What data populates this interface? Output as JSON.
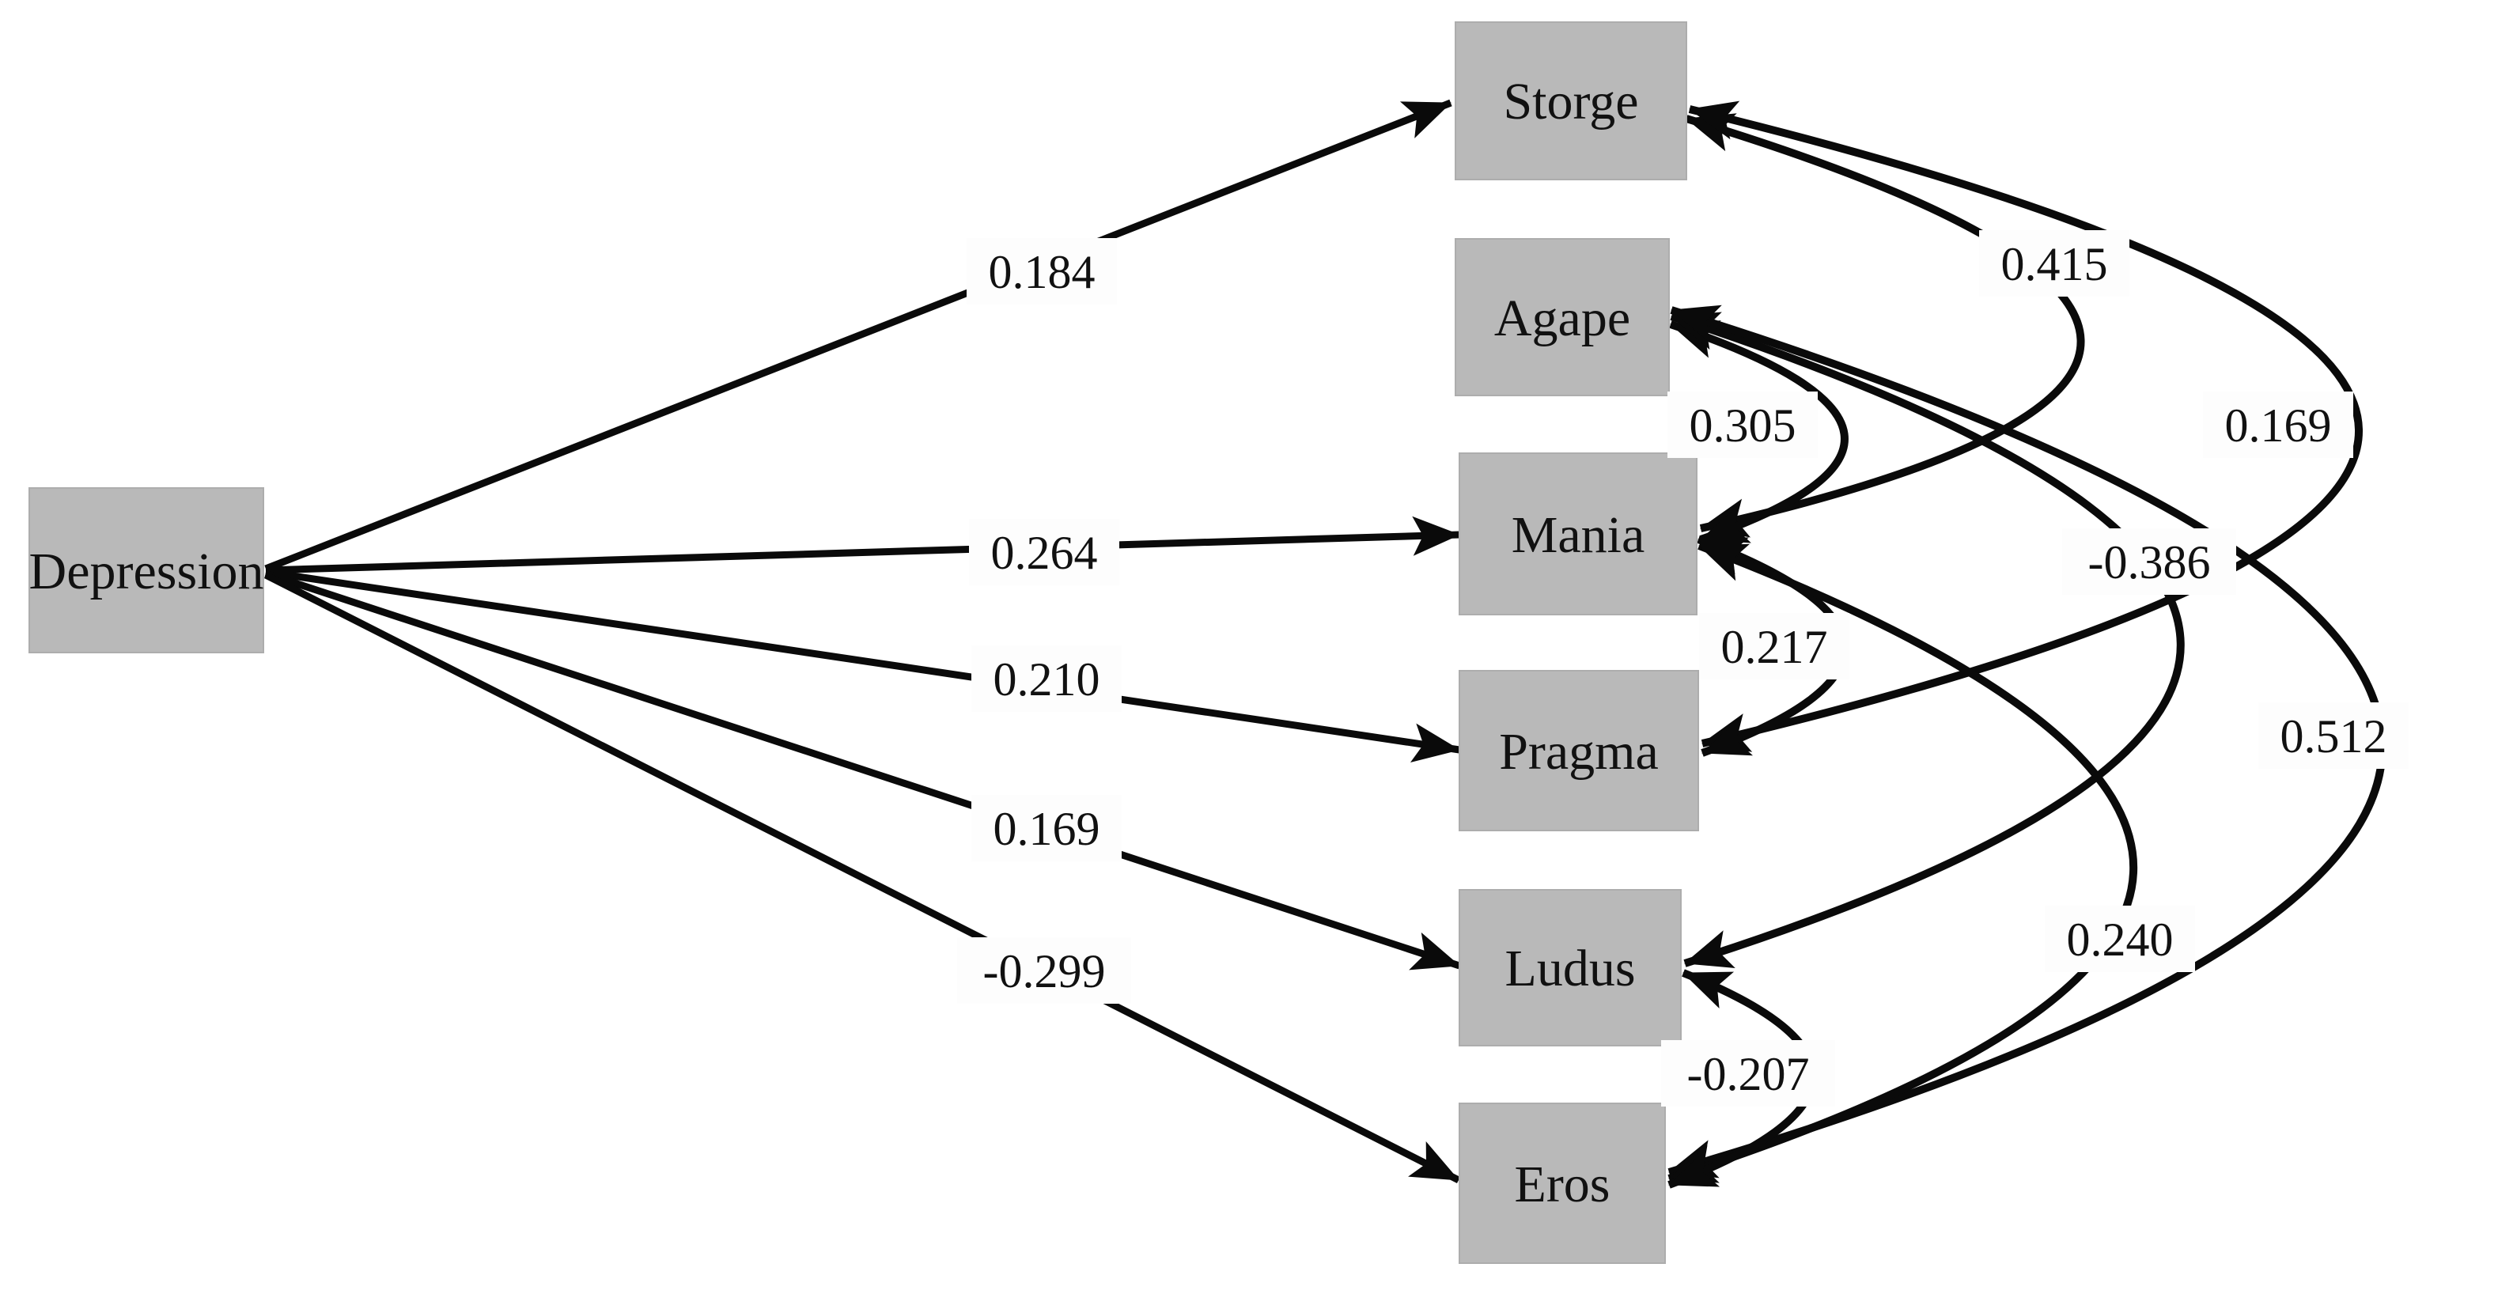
{
  "figure": {
    "type": "sem-path-diagram",
    "background_color": "#ffffff",
    "box_fill_color": "#b9b9b9",
    "line_color": "#0a0a0a",
    "predictor": {
      "label": "Depression"
    },
    "outcomes": [
      {
        "label": "Storge"
      },
      {
        "label": "Agape"
      },
      {
        "label": "Mania"
      },
      {
        "label": "Pragma"
      },
      {
        "label": "Ludus"
      },
      {
        "label": "Eros"
      }
    ],
    "paths": [
      {
        "from": "Depression",
        "to": "Storge",
        "label": "0.184"
      },
      {
        "from": "Depression",
        "to": "Mania",
        "label": "0.264"
      },
      {
        "from": "Depression",
        "to": "Pragma",
        "label": "0.210"
      },
      {
        "from": "Depression",
        "to": "Ludus",
        "label": "0.169"
      },
      {
        "from": "Depression",
        "to": "Eros",
        "label": "-0.299"
      }
    ],
    "covariances": [
      {
        "between": [
          "Storge",
          "Mania"
        ],
        "label": "0.415"
      },
      {
        "between": [
          "Storge",
          "Pragma"
        ],
        "label": "0.169"
      },
      {
        "between": [
          "Agape",
          "Mania"
        ],
        "label": "0.305"
      },
      {
        "between": [
          "Agape",
          "Ludus"
        ],
        "label": "-0.386"
      },
      {
        "between": [
          "Agape",
          "Eros"
        ],
        "label": "0.512"
      },
      {
        "between": [
          "Mania",
          "Pragma"
        ],
        "label": "0.217"
      },
      {
        "between": [
          "Mania",
          "Eros"
        ],
        "label": "0.240"
      },
      {
        "between": [
          "Ludus",
          "Eros"
        ],
        "label": "-0.207"
      }
    ]
  }
}
